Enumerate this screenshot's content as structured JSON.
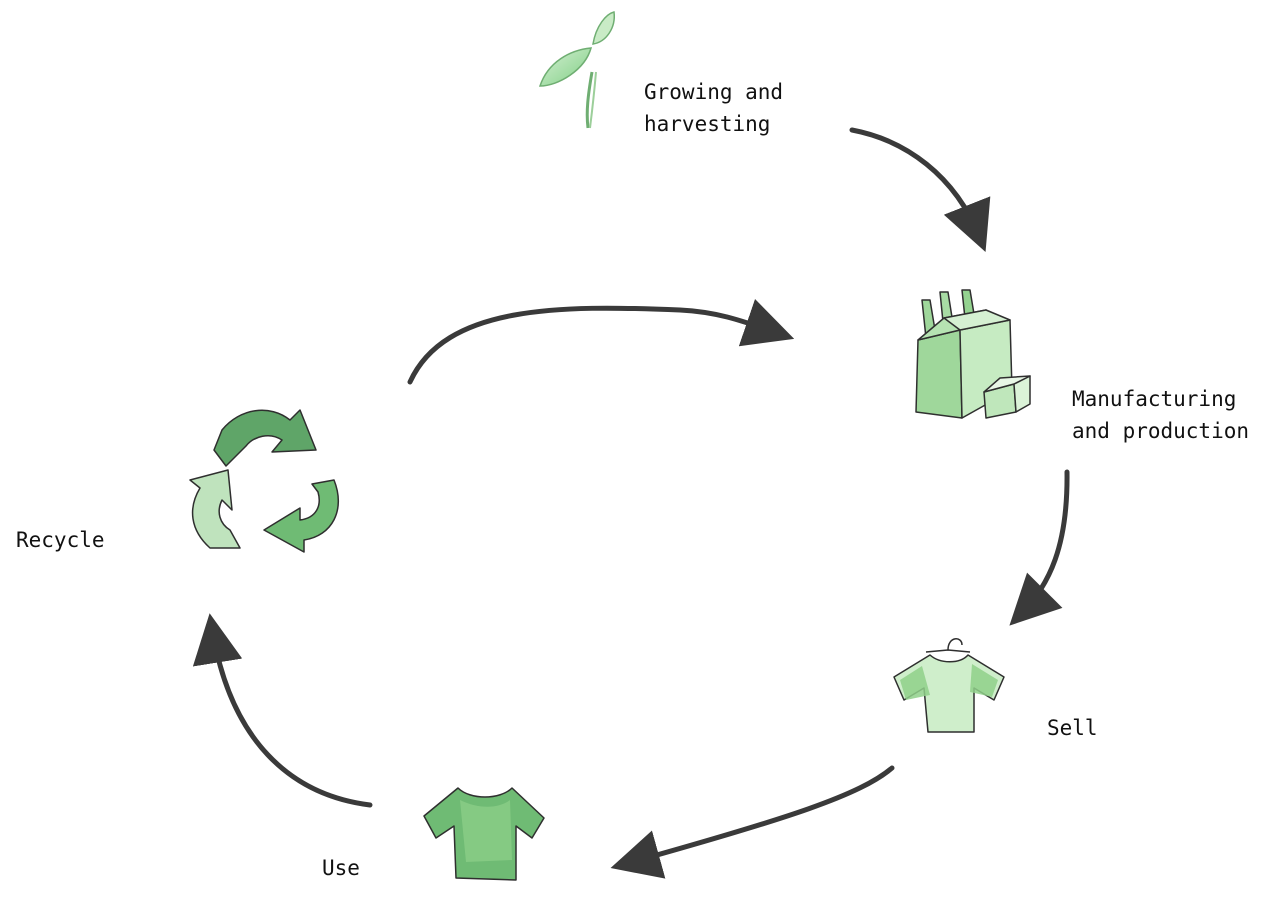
{
  "diagram": {
    "type": "cycle",
    "stages": [
      {
        "id": "growing",
        "label_lines": [
          "Growing and",
          "harvesting"
        ],
        "icon": "sprout-icon"
      },
      {
        "id": "manufacturing",
        "label_lines": [
          "Manufacturing",
          "and production"
        ],
        "icon": "factory-icon"
      },
      {
        "id": "sell",
        "label_lines": [
          "Sell"
        ],
        "icon": "shirt-on-hanger-icon"
      },
      {
        "id": "use",
        "label_lines": [
          "Use"
        ],
        "icon": "shirt-icon"
      },
      {
        "id": "recycle",
        "label_lines": [
          "Recycle"
        ],
        "icon": "recycle-icon"
      }
    ],
    "flow": [
      [
        "growing",
        "manufacturing"
      ],
      [
        "manufacturing",
        "sell"
      ],
      [
        "sell",
        "use"
      ],
      [
        "use",
        "recycle"
      ],
      [
        "recycle",
        "manufacturing"
      ]
    ],
    "colors": {
      "arrow": "#3a3a3a",
      "green_light": "#bfe3bd",
      "green_mid": "#8fd08a",
      "green_dark": "#5fa568",
      "outline": "#2f2f2f"
    }
  }
}
